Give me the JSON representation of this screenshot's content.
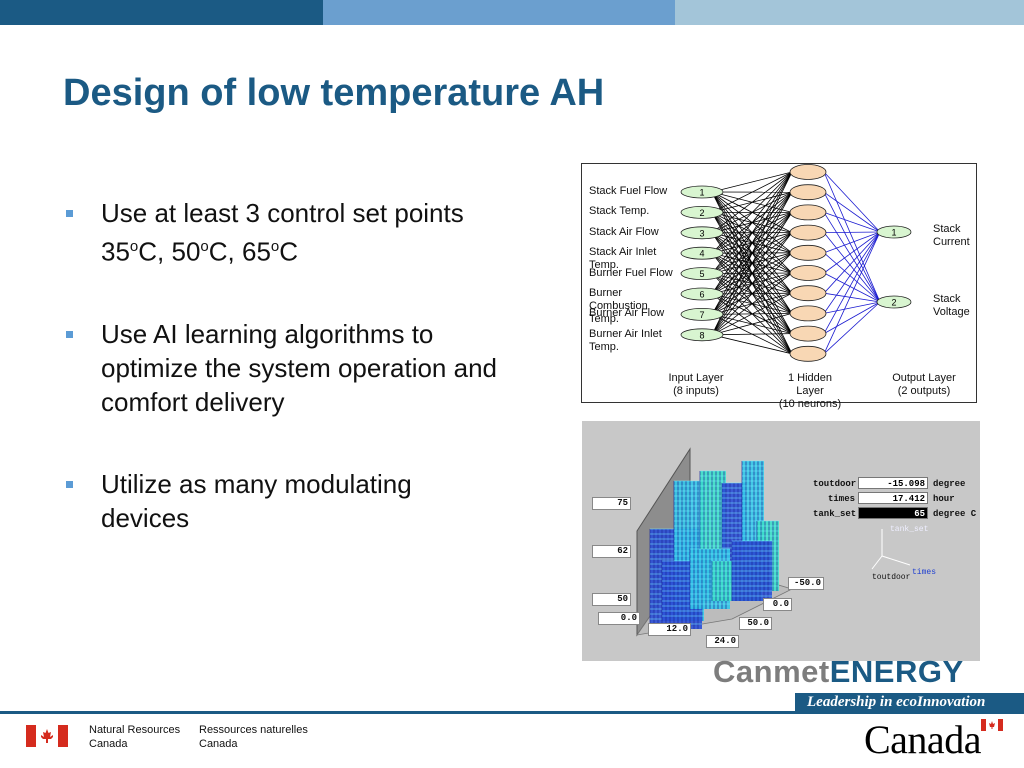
{
  "colors": {
    "accent": "#1b5a84",
    "bullet": "#5b9bd5",
    "bar_mid": "#6b9fcf",
    "bar_light": "#a3c5d9"
  },
  "title": "Design of low temperature AH",
  "bullets": [
    {
      "pre": "Use at least 3 control set points 35",
      "s1": "o",
      "m1": "C, 50",
      "s2": "o",
      "m2": "C, 65",
      "s3": "o",
      "post": "C"
    },
    {
      "text": "Use AI learning algorithms to optimize the system operation and comfort delivery"
    },
    {
      "text": "Utilize as many modulating devices"
    }
  ],
  "network": {
    "inputs": [
      {
        "num": "1",
        "label": "Stack Fuel Flow"
      },
      {
        "num": "2",
        "label": "Stack Temp."
      },
      {
        "num": "3",
        "label": "Stack Air Flow"
      },
      {
        "num": "4",
        "label": "Stack Air Inlet Temp."
      },
      {
        "num": "5",
        "label": "Burner Fuel Flow"
      },
      {
        "num": "6",
        "label": "Burner Combustion Temp."
      },
      {
        "num": "7",
        "label": "Burner Air Flow"
      },
      {
        "num": "8",
        "label": "Burner Air Inlet Temp."
      }
    ],
    "hidden_count": 10,
    "outputs": [
      {
        "num": "1",
        "label": "Stack Current"
      },
      {
        "num": "2",
        "label": "Stack Voltage"
      }
    ],
    "layers": {
      "input": [
        "Input Layer",
        "(8 inputs)"
      ],
      "hidden": [
        "1 Hidden",
        "Layer",
        "(10 neurons)"
      ],
      "output": [
        "Output Layer",
        "(2 outputs)"
      ]
    },
    "colors": {
      "input_node": "#d8f5d0",
      "hidden_node": "#f8d7b4",
      "output_node": "#d8f5d0",
      "input_edges": "#000000",
      "output_edges": "#1a1ad0"
    }
  },
  "plot": {
    "z_ticks": [
      "75",
      "62",
      "50",
      "0.0"
    ],
    "x_ticks": [
      "12.0",
      "24.0"
    ],
    "y_ticks": [
      "-50.0",
      "0.0",
      "50.0"
    ],
    "params": [
      {
        "label": "toutdoor",
        "value": "-15.098",
        "unit": "degree"
      },
      {
        "label": "times",
        "value": "17.412",
        "unit": "hour"
      },
      {
        "label": "tank_set",
        "value": "65",
        "unit": "degree C"
      }
    ],
    "axis_labels": {
      "up": "tank_set",
      "right": "times",
      "left": "toutdoor"
    }
  },
  "footer": {
    "brand_a": "Canmet",
    "brand_b": "ENERGY",
    "tagline": "Leadership in ecoInnovation",
    "dept_en": [
      "Natural Resources",
      "Canada"
    ],
    "dept_fr": [
      "Ressources naturelles",
      "Canada"
    ],
    "wordmark": "Canada"
  }
}
